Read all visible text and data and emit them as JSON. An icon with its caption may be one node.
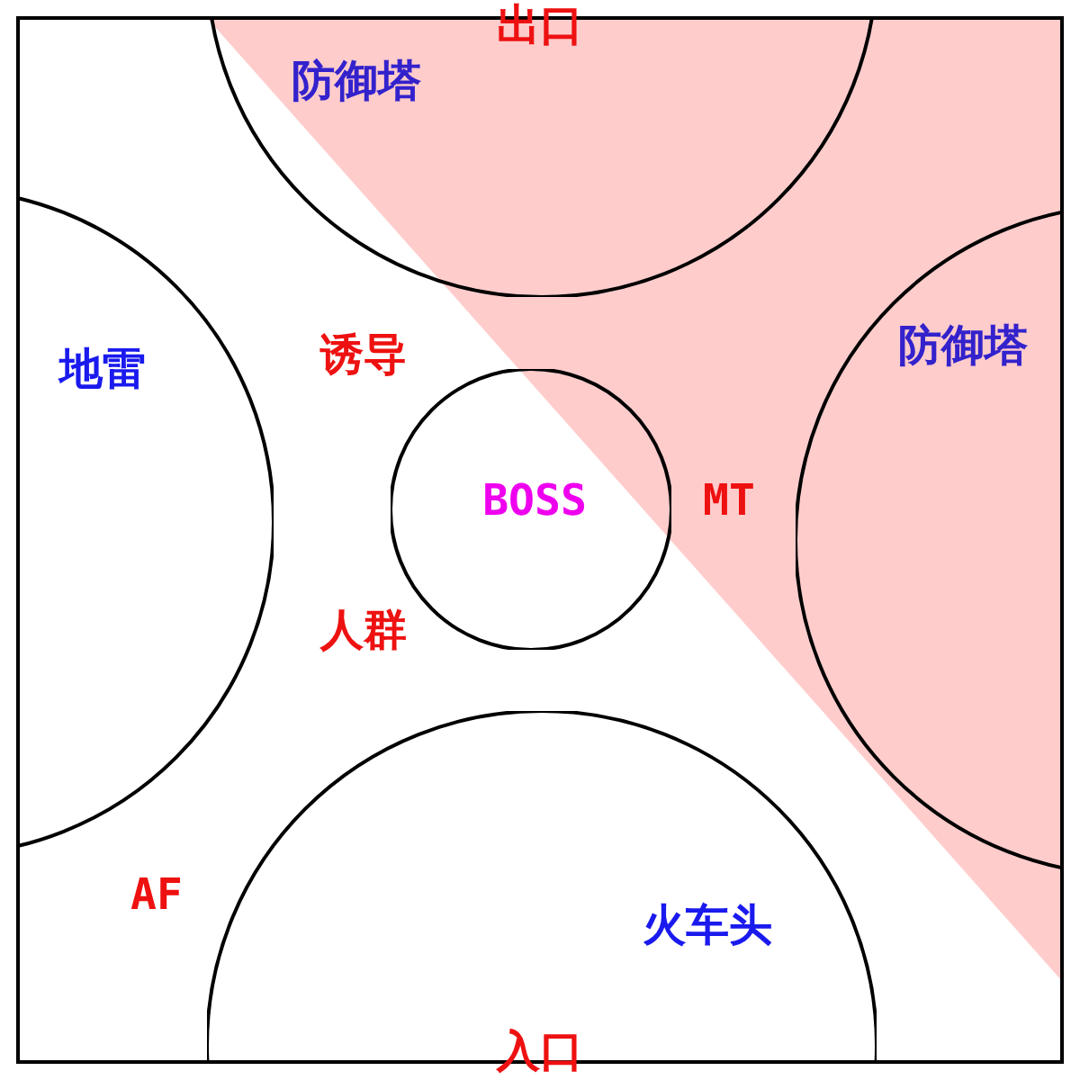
{
  "diagram": {
    "nodes": [
      {
        "text": [
          "防御塔"
        ]
      },
      {
        "text": [
          "防御塔"
        ]
      },
      {
        "text": [
          "地雷"
        ]
      },
      {
        "text": [
          "BOSS"
        ]
      },
      {
        "text": [
          "火车头"
        ]
      }
    ],
    "labels": [
      "出口",
      "诱导",
      "MT",
      "人群",
      "AF",
      "入口"
    ]
  }
}
